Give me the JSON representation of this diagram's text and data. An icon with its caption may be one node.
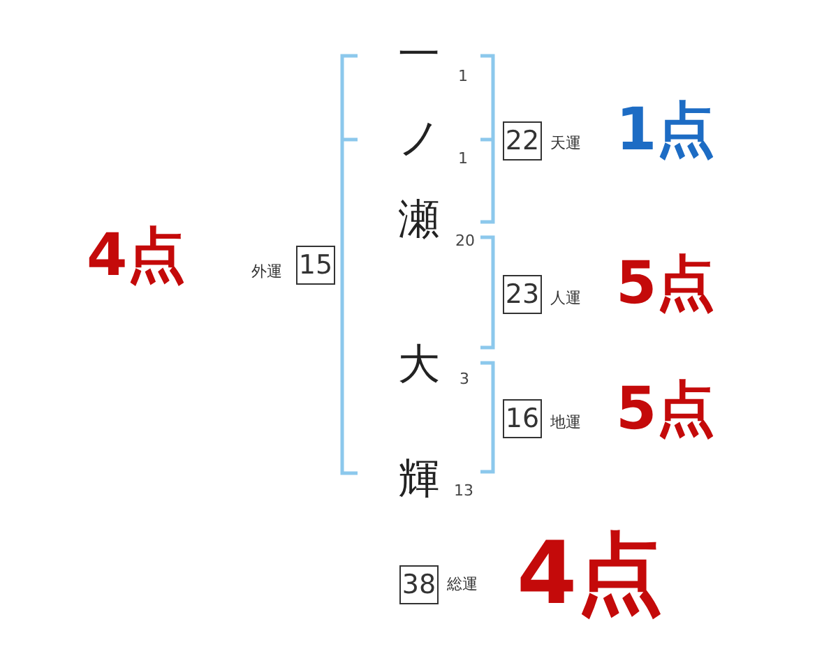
{
  "diagram": {
    "nodes": [
      {
        "text": [
          "22"
        ],
        "beside": [
          "天運",
          "1点"
        ]
      },
      {
        "text": [
          "15"
        ],
        "beside": [
          "外運",
          "4点"
        ]
      },
      {
        "text": [
          "23"
        ],
        "beside": [
          "人運",
          "5点"
        ]
      },
      {
        "text": [
          "16"
        ],
        "beside": [
          "地運",
          "5点"
        ]
      },
      {
        "text": [
          "38"
        ],
        "beside": [
          "総運",
          "4点"
        ]
      }
    ],
    "labels": [
      "一",
      "1",
      "ノ",
      "1",
      "瀬",
      "20",
      "大",
      "3",
      "輝",
      "13"
    ]
  }
}
